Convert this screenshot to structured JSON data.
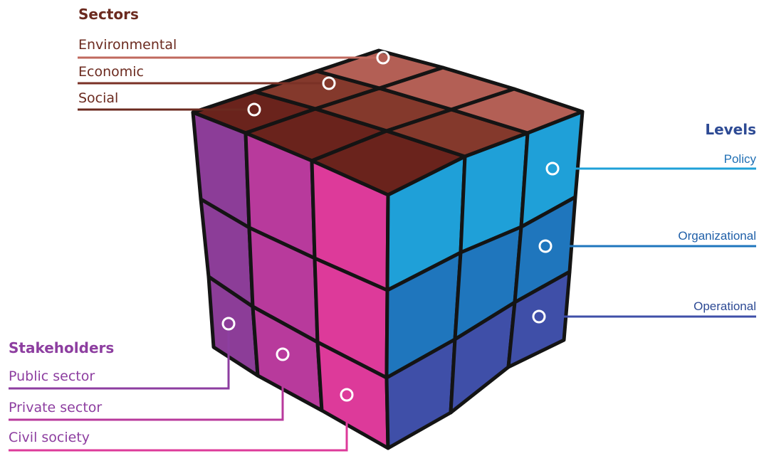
{
  "sectors": {
    "heading": "Sectors",
    "items": [
      "Environmental",
      "Economic",
      "Social"
    ]
  },
  "levels": {
    "heading": "Levels",
    "items": [
      "Policy",
      "Organizational",
      "Operational"
    ]
  },
  "stakeholders": {
    "heading": "Stakeholders",
    "items": [
      "Public sector",
      "Private sector",
      "Civil society"
    ]
  },
  "colors": {
    "sectors_text": "#6b2a1f",
    "levels_text": "#2d4a94",
    "stakeholders_text": "#8d3ea0",
    "edge": "#111111"
  }
}
